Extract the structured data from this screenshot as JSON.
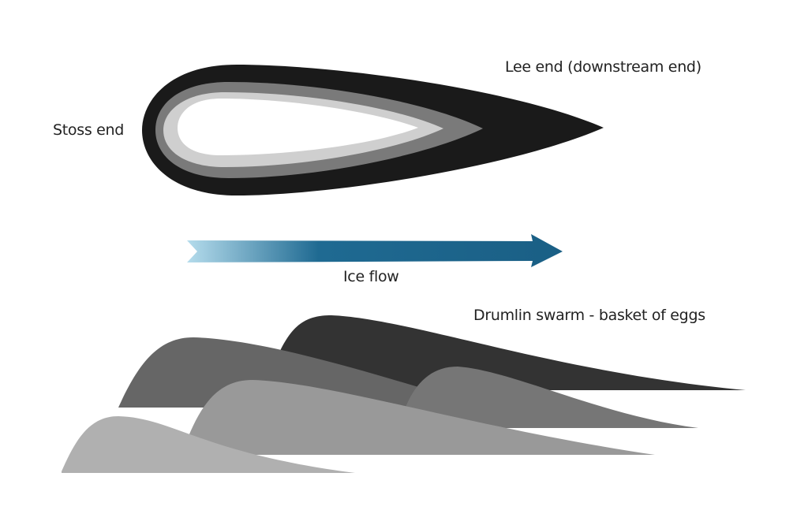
{
  "labels": {
    "lee_end": "Lee end (downstream end)",
    "stoss_end": "Stoss end",
    "ice_flow": "Ice flow",
    "swarm": "Drumlin swarm - basket of eggs"
  },
  "colors": {
    "drumlin_outer": "#1a1a1a",
    "drumlin_mid": "#7a7a7a",
    "drumlin_inner": "#cfcfcf",
    "drumlin_core": "#ffffff",
    "arrow_start": "#b5dcec",
    "arrow_end": "#1a5f85"
  }
}
